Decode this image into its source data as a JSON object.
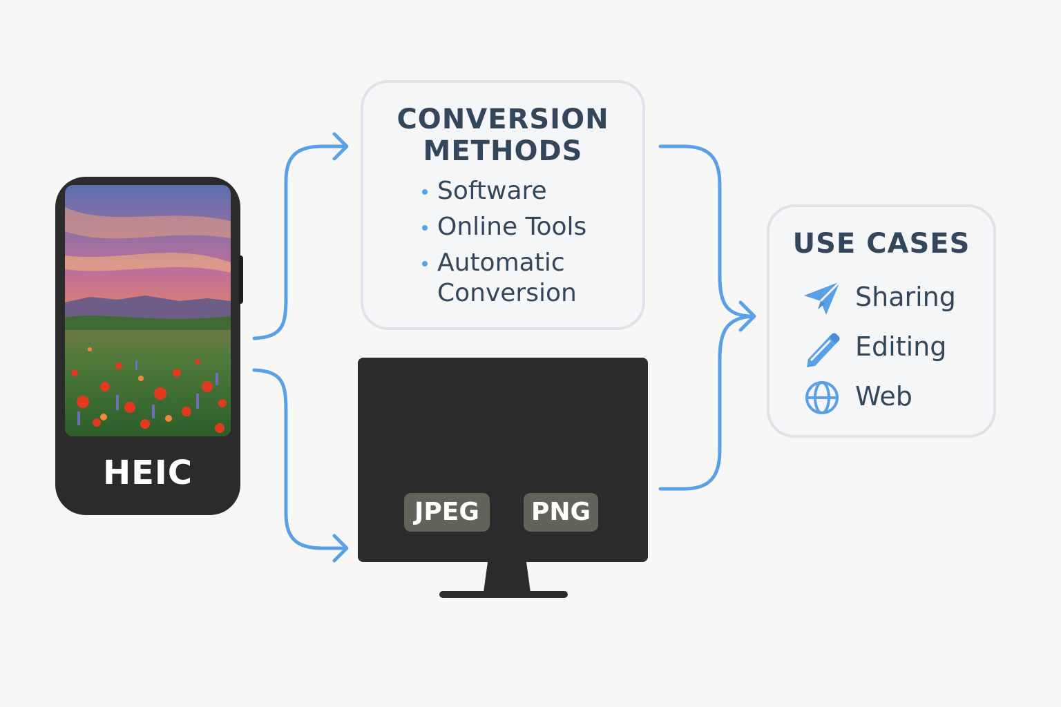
{
  "source": {
    "label": "HEIC"
  },
  "methods": {
    "title_line1": "CONVERSION",
    "title_line2": "METHODS",
    "items": [
      "Software",
      "Online Tools",
      "Automatic",
      "Conversion"
    ]
  },
  "output": {
    "formats": [
      "JPEG",
      "PNG"
    ]
  },
  "use_cases": {
    "title": "USE CASES",
    "items": [
      {
        "label": "Sharing",
        "icon": "paper-plane-icon"
      },
      {
        "label": "Editing",
        "icon": "pencil-icon"
      },
      {
        "label": "Web",
        "icon": "globe-icon"
      }
    ]
  },
  "colors": {
    "arrow": "#5aa0e6",
    "text": "#34465a",
    "device": "#2b2b2b",
    "box_border": "#dfe3e8"
  }
}
